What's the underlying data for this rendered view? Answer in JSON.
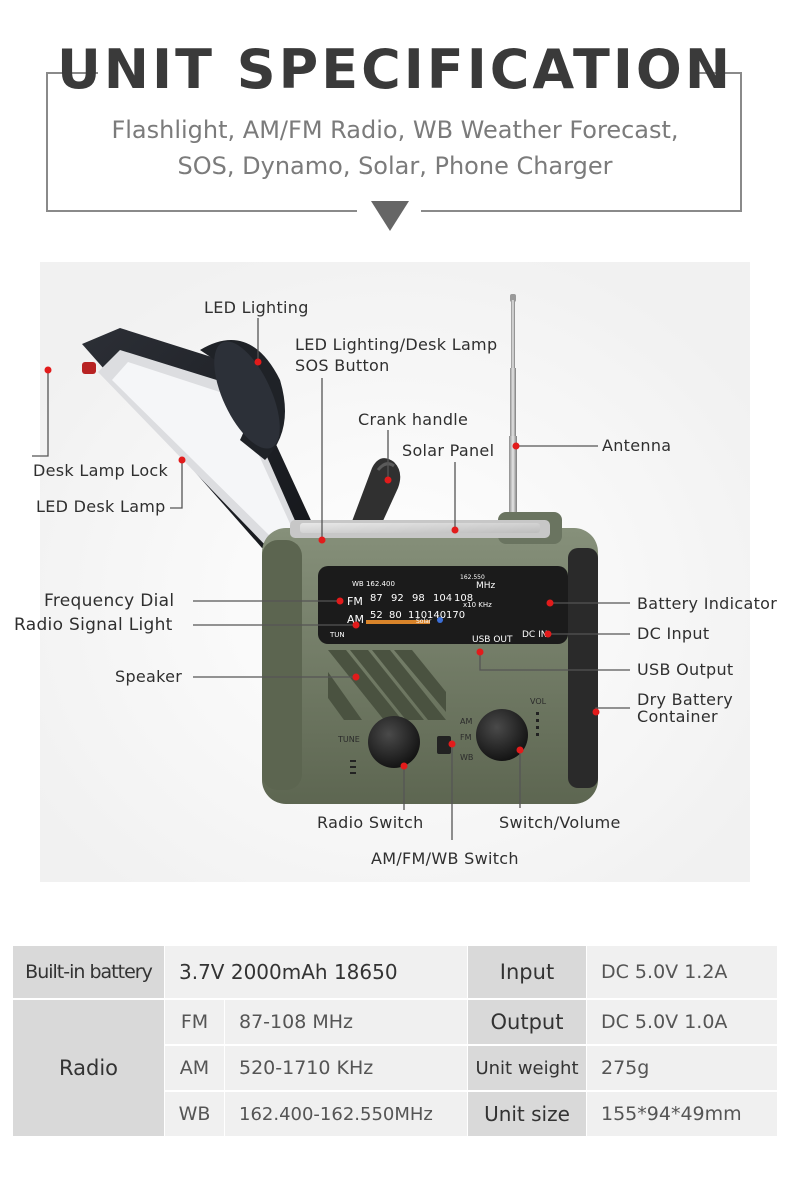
{
  "header": {
    "title": "UNIT SPECIFICATION",
    "subtitle_line1": "Flashlight, AM/FM Radio, WB Weather Forecast,",
    "subtitle_line2": "SOS, Dynamo, Solar, Phone Charger"
  },
  "device": {
    "dial_fm_label": "FM",
    "dial_am_label": "AM",
    "dial_wb_text": "WB 162.400",
    "dial_wb_end": "162.550",
    "dial_mhz": "MHz",
    "dial_khz": "x10 KHz",
    "fm_ticks": [
      "87",
      "92",
      "98",
      "104",
      "108"
    ],
    "am_ticks": [
      "52",
      "80",
      "110",
      "140",
      "170"
    ],
    "solar_label": "Solar",
    "tun_label": "TUN",
    "usb_out_label": "USB OUT",
    "dc_in_label": "DC IN",
    "tune_label": "TUNE",
    "vol_label": "VOL",
    "switch_am": "AM",
    "switch_fm": "FM",
    "switch_wb": "WB"
  },
  "labels": {
    "led_lighting": "LED Lighting",
    "desk_sos_line1": "LED Lighting/Desk Lamp",
    "desk_sos_line2": "SOS Button",
    "crank_handle": "Crank handle",
    "solar_panel": "Solar Panel",
    "antenna": "Antenna",
    "desk_lamp_lock": "Desk Lamp Lock",
    "led_desk_lamp": "LED Desk Lamp",
    "frequency_dial": "Frequency Dial",
    "radio_signal_light": "Radio Signal Light",
    "speaker": "Speaker",
    "battery_indicator": "Battery Indicator",
    "dc_input": "DC Input",
    "usb_output": "USB Output",
    "dry_battery_line1": "Dry Battery",
    "dry_battery_line2": "Container",
    "radio_switch": "Radio Switch",
    "switch_volume": "Switch/Volume",
    "am_fm_wb_switch": "AM/FM/WB Switch"
  },
  "spec_table": {
    "builtin_battery_label": "Built-in battery",
    "builtin_battery_value": "3.7V 2000mAh 18650",
    "radio_label": "Radio",
    "fm_band": "FM",
    "fm_range": "87-108 MHz",
    "am_band": "AM",
    "am_range": "520-1710 KHz",
    "wb_band": "WB",
    "wb_range": "162.400-162.550MHz",
    "input_label": "Input",
    "input_value": "DC 5.0V 1.2A",
    "output_label": "Output",
    "output_value": "DC 5.0V  1.0A",
    "weight_label": "Unit weight",
    "weight_value": "275g",
    "size_label": "Unit size",
    "size_value": "155*94*49mm"
  },
  "colors": {
    "title": "#3a3a3a",
    "subtitle": "#7b7b7b",
    "frame": "#8a8a8a",
    "body_green": "#6f7a62",
    "dial_black": "#1b1b1b",
    "leader_dot": "#e21b1b",
    "table_gray": "#d9d9d9",
    "table_light": "#f0f0f0"
  }
}
